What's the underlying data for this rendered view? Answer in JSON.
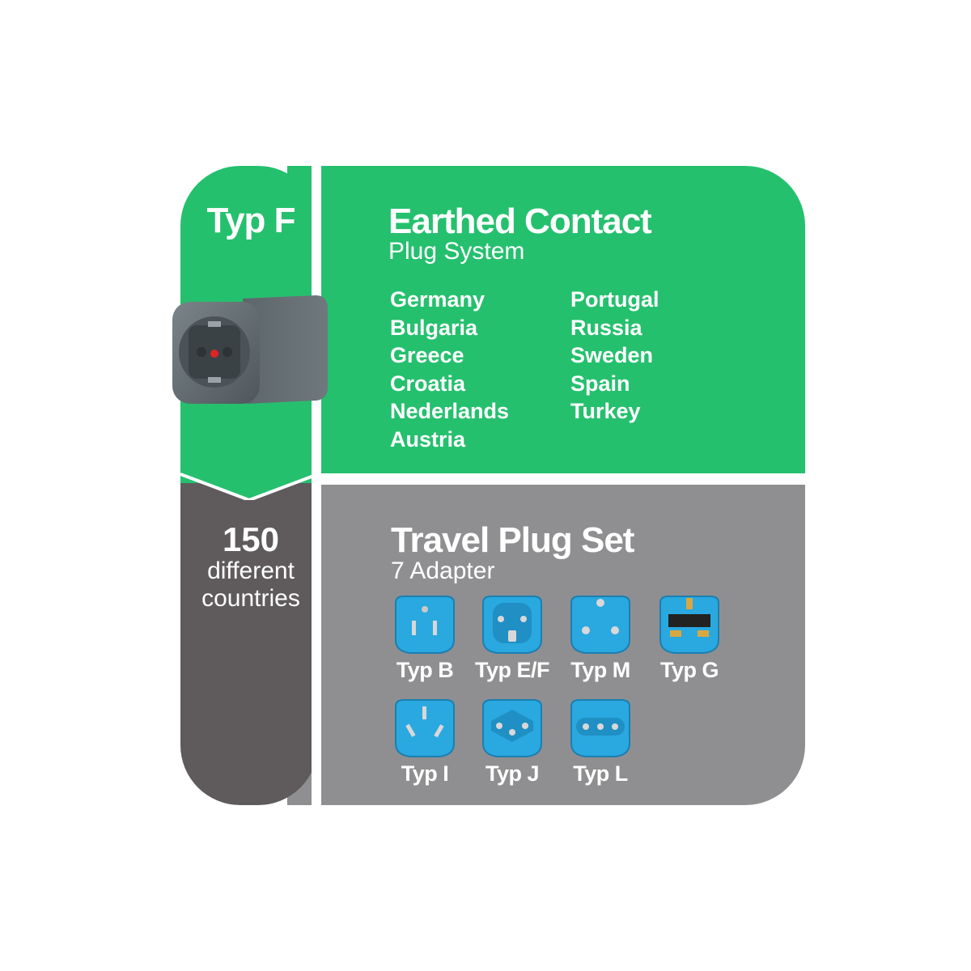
{
  "type_badge": {
    "label": "Typ F"
  },
  "earthed": {
    "title": "Earthed Contact",
    "subtitle": "Plug System",
    "countries_col1": [
      "Germany",
      "Bulgaria",
      "Greece",
      "Croatia",
      "Nederlands",
      "Austria"
    ],
    "countries_col2": [
      "Portugal",
      "Russia",
      "Sweden",
      "Spain",
      "Turkey"
    ]
  },
  "count_badge": {
    "number": "150",
    "line1": "different",
    "line2": "countries"
  },
  "travel": {
    "title": "Travel Plug Set",
    "subtitle": "7 Adapter",
    "adapters": [
      {
        "label": "Typ B",
        "icon": "plug-type-b-icon"
      },
      {
        "label": "Typ E/F",
        "icon": "plug-type-ef-icon"
      },
      {
        "label": "Typ M",
        "icon": "plug-type-m-icon"
      },
      {
        "label": "Typ G",
        "icon": "plug-type-g-icon"
      },
      {
        "label": "Typ I",
        "icon": "plug-type-i-icon"
      },
      {
        "label": "Typ J",
        "icon": "plug-type-j-icon"
      },
      {
        "label": "Typ L",
        "icon": "plug-type-l-icon"
      }
    ]
  },
  "colors": {
    "green": "#25c06e",
    "grey": "#8f8f91",
    "dark_grey": "#5f5b5d",
    "adapter_blue": "#2aa8e0"
  }
}
